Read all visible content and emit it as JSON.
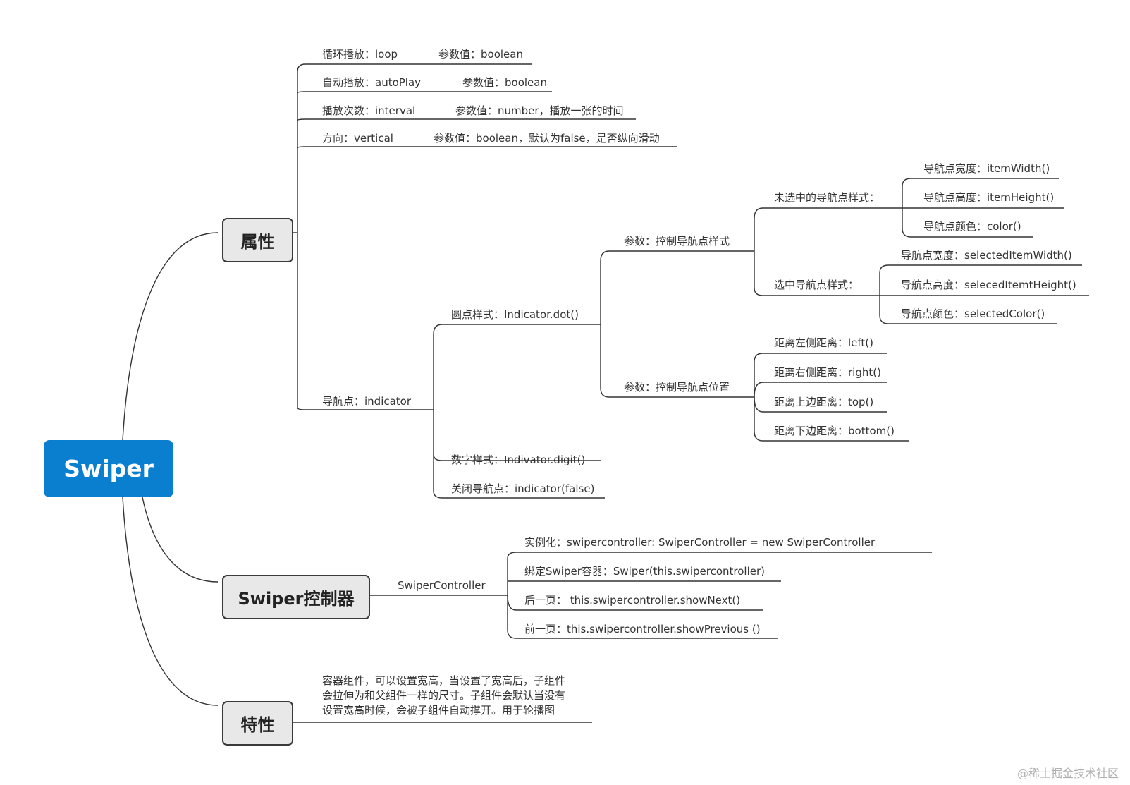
{
  "root": "Swiper",
  "properties": {
    "title": "属性",
    "loop": {
      "label": "循环播放：loop",
      "value": "参数值：boolean"
    },
    "autoplay": {
      "label": "自动播放：autoPlay",
      "value": "参数值：boolean"
    },
    "interval": {
      "label": "播放次数：interval",
      "value": "参数值：number，播放一张的时间"
    },
    "vertical": {
      "label": "方向：vertical",
      "value": "参数值：boolean，默认为false，是否纵向滑动"
    },
    "indicator": {
      "label": "导航点：indicator",
      "dot": {
        "label": "圆点样式：Indicator.dot()",
        "style_param": "参数：控制导航点样式",
        "unselected": {
          "label": "未选中的导航点样式：",
          "items": [
            "导航点宽度：itemWidth()",
            "导航点高度：itemHeight()",
            "导航点颜色：color()"
          ]
        },
        "selected": {
          "label": "选中导航点样式：",
          "items": [
            "导航点宽度：selectedItemWidth()",
            "导航点高度：selecedItemtHeight()",
            "导航点颜色：selectedColor()"
          ]
        },
        "position_param": "参数：控制导航点位置",
        "positions": [
          "距离左侧距离：left()",
          "距离右侧距离：right()",
          "距离上边距离：top()",
          "距离下边距离：bottom()"
        ]
      },
      "digit": "数字样式：Indivator.digit()",
      "close": "关闭导航点：indicator(false)"
    }
  },
  "controller": {
    "title": "Swiper控制器",
    "branch": "SwiperController",
    "items": [
      "实例化：swipercontroller: SwiperController = new SwiperController",
      "绑定Swiper容器：Swiper(this.swipercontroller)",
      "后一页： this.swipercontroller.showNext()",
      "前一页：this.swipercontroller.showPrevious ()"
    ]
  },
  "features": {
    "title": "特性",
    "lines": [
      "容器组件，可以设置宽高，当设置了宽高后，子组件",
      "会拉伸为和父组件一样的尺寸。子组件会默认当没有",
      "设置宽高时候，会被子组件自动撑开。用于轮播图"
    ]
  },
  "watermark": "@稀土掘金技术社区"
}
